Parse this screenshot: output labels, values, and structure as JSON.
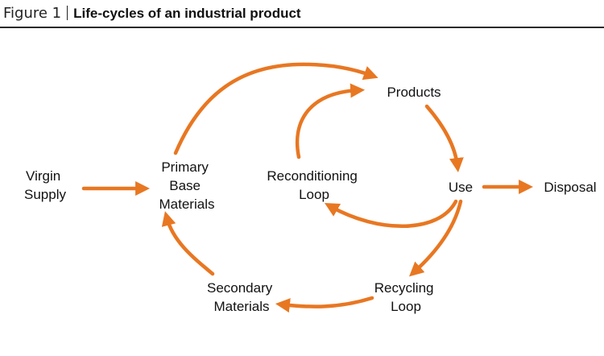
{
  "header": {
    "figure_label": "Figure 1",
    "title": "Life-cycles of an industrial product"
  },
  "diagram": {
    "nodes": {
      "virgin_supply": [
        "Virgin",
        "Supply"
      ],
      "primary_base_materials": [
        "Primary",
        "Base",
        "Materials"
      ],
      "products": [
        "Products"
      ],
      "reconditioning_loop": [
        "Reconditioning",
        "Loop"
      ],
      "use": [
        "Use"
      ],
      "disposal": [
        "Disposal"
      ],
      "recycling_loop": [
        "Recycling",
        "Loop"
      ],
      "secondary_materials": [
        "Secondary",
        "Materials"
      ]
    },
    "edges": [
      {
        "from": "virgin_supply",
        "to": "primary_base_materials"
      },
      {
        "from": "primary_base_materials",
        "to": "products"
      },
      {
        "from": "reconditioning_loop",
        "to": "products"
      },
      {
        "from": "products",
        "to": "use"
      },
      {
        "from": "use",
        "to": "disposal"
      },
      {
        "from": "use",
        "to": "reconditioning_loop"
      },
      {
        "from": "use",
        "to": "recycling_loop"
      },
      {
        "from": "recycling_loop",
        "to": "secondary_materials"
      },
      {
        "from": "secondary_materials",
        "to": "primary_base_materials"
      }
    ],
    "arrow_color": "#e87722"
  }
}
